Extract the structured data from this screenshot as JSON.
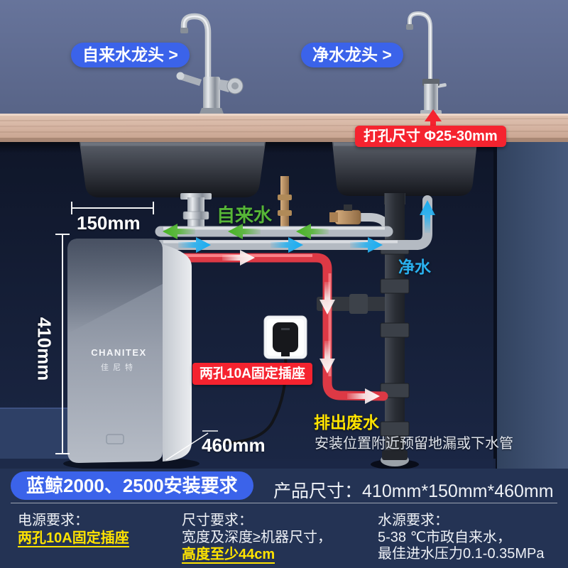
{
  "colors": {
    "accent_blue": "#3b63ea",
    "label_red": "#f5232f",
    "flow_green": "#56b637",
    "flow_cyan": "#2ab1ef",
    "flow_yellow": "#ffe300",
    "wall_blue": "#5f6c90",
    "cabinet_navy": "#121a33",
    "wood": "#d2ae9b",
    "info_bg": "#243354"
  },
  "scene": {
    "tap_faucet_label": "自来水龙头 >",
    "pure_faucet_label": "净水龙头 >",
    "hole_size_label": "打孔尺寸 Φ25-30mm",
    "tap_flow_label": "自来水",
    "pure_flow_label": "净水",
    "waste_flow_label": "排出废水",
    "drain_note": "安装位置附近预留地漏或下水管",
    "outlet_label": "两孔10A固定插座",
    "dim_width": "150mm",
    "dim_height": "410mm",
    "dim_depth": "460mm",
    "brand_en": "CHANITEX",
    "brand_cn": "佳尼特"
  },
  "info": {
    "title": "蓝鲸2000、2500安装要求",
    "product_size_label": "产品尺寸：",
    "product_size_value": "410mm*150mm*460mm",
    "columns": [
      {
        "head": "电源要求：",
        "line1": "两孔10A固定插座"
      },
      {
        "head": "尺寸要求：",
        "line1": "宽度及深度≥机器尺寸，",
        "line2": "高度至少44cm"
      },
      {
        "head": "水源要求：",
        "line1": "5-38 ℃市政自来水，",
        "line2": "最佳进水压力0.1-0.35MPa"
      }
    ]
  }
}
